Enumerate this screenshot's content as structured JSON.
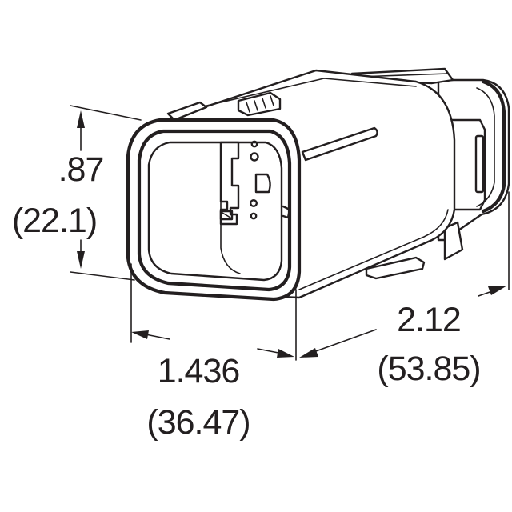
{
  "dimensions": {
    "height": {
      "inch": ".87",
      "mm": "(22.1)"
    },
    "width": {
      "inch": "1.436",
      "mm": "(36.47)"
    },
    "length": {
      "inch": "2.12",
      "mm": "(53.85)"
    }
  },
  "colors": {
    "line": "#231f20",
    "background": "#ffffff"
  }
}
